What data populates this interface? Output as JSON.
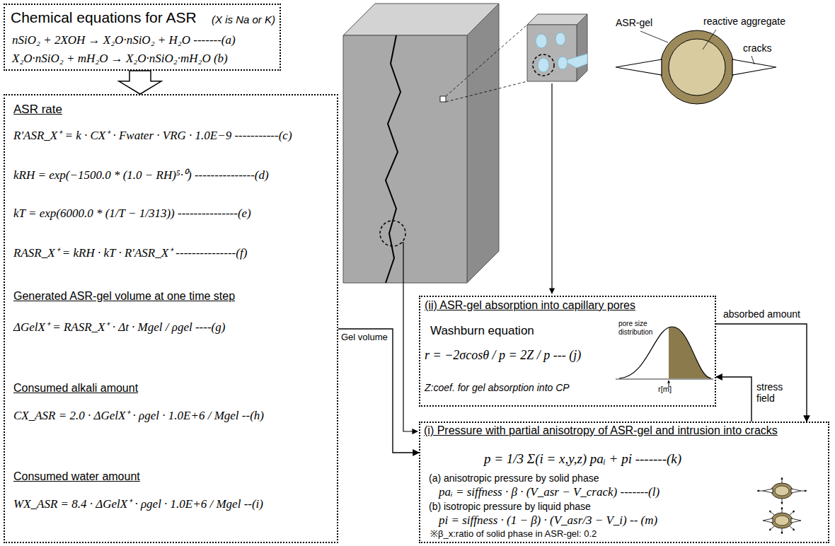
{
  "diagram": {
    "nodes": [
      {
        "text": [
          "Chemical equations for ASR",
          "(X is Na or K)",
          "nSiO₂ + 2XOH → X₂O·nSiO₂ + H₂O -------(a)",
          "X₂O·nSiO₂ + mH₂O → X₂O·nSiO₂·mH₂O (b)"
        ]
      },
      {
        "text": [
          "ASR rate",
          "R'ASR_X⁺ = k · CX⁺ · Fwater · VRG · 1.0E−9 -----------(c)",
          "kRH = exp(−1500.0 * (1.0 − RH)⁵·⁰) ---------------(d)",
          "kT = exp(6000.0 * (1/T − 1/313)) ---------------(e)",
          "RASR_X⁺ = kRH · kT · R'ASR_X⁺ ---------------(f)",
          "Generated ASR-gel volume at one time step",
          "ΔGelX⁺ = RASR_X⁺ · Δt · Mgel / ρgel ----(g)",
          "Consumed alkali amount",
          "CX_ASR = 2.0 · ΔGelX⁺ · ρgel · 1.0E+6 / Mgel --(h)",
          "Consumed water amount",
          "WX_ASR = 8.4 · ΔGelX⁺ · ρgel · 1.0E+6 / Mgel --(i)"
        ]
      },
      {
        "text": [
          "(ii) ASR-gel absorption into capillary pores",
          "Washburn equation",
          "r = −2σcosθ / p = 2Z / p --- (j)",
          "Z:coef. for gel absorption into CP",
          "pore size distribution",
          "r[m]"
        ]
      },
      {
        "text": [
          "(i) Pressure with partial anisotropy of ASR-gel and intrusion into cracks",
          "p = 1/3 Σ(i = x,y,z) paᵢ + pi -------(k)",
          "(a) anisotropic pressure by solid phase",
          "paᵢ = siffness · β · (V_asr − V_crack) -------(l)",
          "(b) isotropic pressure by liquid phase",
          "pi = siffness · (1 − β) · (V_asr/3 − V_i) -- (m)",
          "※β_x:ratio of solid phase in ASR-gel: 0.2"
        ]
      }
    ],
    "edges": [
      {
        "from": 0,
        "to": 1,
        "arrow": "to"
      },
      {
        "from": 1,
        "to": 3,
        "label": "Gel volume",
        "arrow": "to"
      },
      {
        "from": 2,
        "to": 3,
        "label": "absorbed amount",
        "arrow": "to"
      },
      {
        "from": 3,
        "to": 2,
        "label": "stress field",
        "arrow": "to"
      }
    ],
    "labels": [
      "ASR-gel",
      "reactive aggregate",
      "cracks"
    ]
  }
}
